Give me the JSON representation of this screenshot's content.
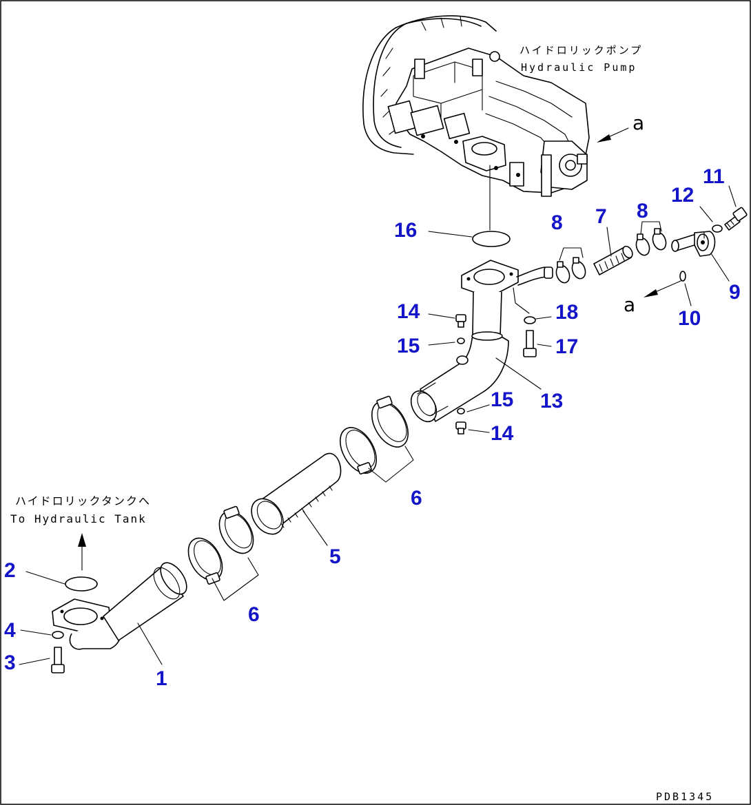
{
  "labels": {
    "pump_jp": "ハイドロリックポンプ",
    "pump_en": "Hydraulic Pump",
    "tank_jp": "ハイドロリックタンクへ",
    "tank_en": "To Hydraulic Tank",
    "view_a_top": "a",
    "view_a_bottom": "a",
    "drawing_code": "PDB1345"
  },
  "callouts": {
    "c1": "1",
    "c2": "2",
    "c3": "3",
    "c4": "4",
    "c5": "5",
    "c6_upper": "6",
    "c6_lower": "6",
    "c7": "7",
    "c8_left": "8",
    "c8_right": "8",
    "c9": "9",
    "c10": "10",
    "c11": "11",
    "c12": "12",
    "c13": "13",
    "c14_upper": "14",
    "c14_lower": "14",
    "c15_upper": "15",
    "c15_lower": "15",
    "c16": "16",
    "c17": "17",
    "c18": "18"
  },
  "colors": {
    "callout": "#1414c8",
    "line": "#000000",
    "background": "#ffffff"
  }
}
